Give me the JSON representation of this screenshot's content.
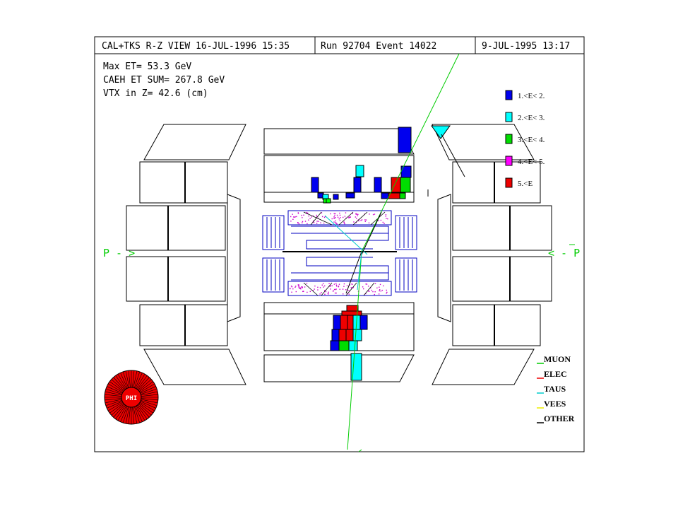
{
  "header": {
    "view": "CAL+TKS R-Z VIEW 16-JUL-1996 15:35",
    "run_event": "Run    92704 Event    14022",
    "date": "9-JUL-1995 13:17"
  },
  "info": {
    "max_et": "Max ET=   53.3 GeV",
    "caeh_sum": "CAEH ET SUM= 267.8 GeV",
    "vtx": "VTX in Z=  42.6 (cm)"
  },
  "energy_legend": [
    {
      "label": "1.<E<  2.",
      "color": "#0000ee"
    },
    {
      "label": "2.<E<  3.",
      "color": "#00ffff"
    },
    {
      "label": "3.<E<  4.",
      "color": "#00dd00"
    },
    {
      "label": "4.<E<  5.",
      "color": "#ff00ff"
    },
    {
      "label": "5.<E",
      "color": "#ee0000"
    }
  ],
  "beams": {
    "left": "P - >",
    "right": "< - P"
  },
  "track_legend": [
    {
      "label": "MUON",
      "color": "#00cc00"
    },
    {
      "label": "ELEC",
      "color": "#ee0000"
    },
    {
      "label": "TAUS",
      "color": "#00cccc"
    },
    {
      "label": "VEES",
      "color": "#eeee00"
    },
    {
      "label": "OTHER",
      "color": "#000000"
    }
  ],
  "phi_label": "PHI",
  "colors": {
    "muon_track": "#00cc00",
    "detector": "#000000",
    "tracker": "#0000c0",
    "hits": "#cc00cc",
    "phi_disc": "#ee0000"
  }
}
